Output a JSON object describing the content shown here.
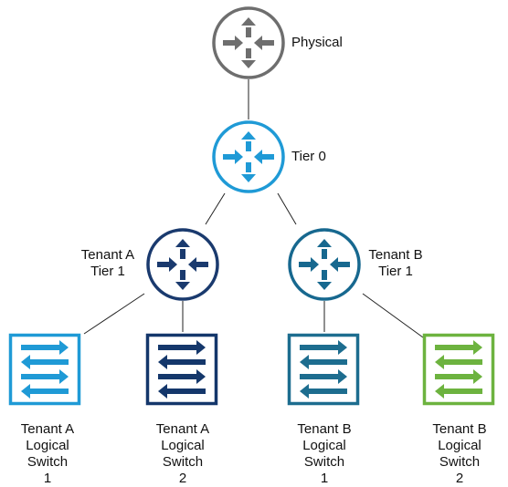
{
  "colors": {
    "physical": "#6e6e6e",
    "tier0": "#1f9ad6",
    "tenant_a_router": "#1a3a6e",
    "tenant_b_router": "#17688f",
    "switch_a1": "#1f9ad6",
    "switch_a2": "#14376b",
    "switch_b1": "#1d6d8f",
    "switch_b2": "#6db33f",
    "connector": "#222222"
  },
  "nodes": {
    "physical": {
      "label": "Physical",
      "icon": "router-icon"
    },
    "tier0": {
      "label": "Tier 0",
      "icon": "router-icon"
    },
    "tenant_a_tier1": {
      "label_line1": "Tenant A",
      "label_line2": "Tier 1",
      "icon": "router-icon"
    },
    "tenant_b_tier1": {
      "label_line1": "Tenant B",
      "label_line2": "Tier 1",
      "icon": "router-icon"
    },
    "switch_a1": {
      "lines": [
        "Tenant A",
        "Logical",
        "Switch",
        "1"
      ],
      "icon": "switch-icon"
    },
    "switch_a2": {
      "lines": [
        "Tenant A",
        "Logical",
        "Switch",
        "2"
      ],
      "icon": "switch-icon"
    },
    "switch_b1": {
      "lines": [
        "Tenant B",
        "Logical",
        "Switch",
        "1"
      ],
      "icon": "switch-icon"
    },
    "switch_b2": {
      "lines": [
        "Tenant B",
        "Logical",
        "Switch",
        "2"
      ],
      "icon": "switch-icon"
    }
  }
}
